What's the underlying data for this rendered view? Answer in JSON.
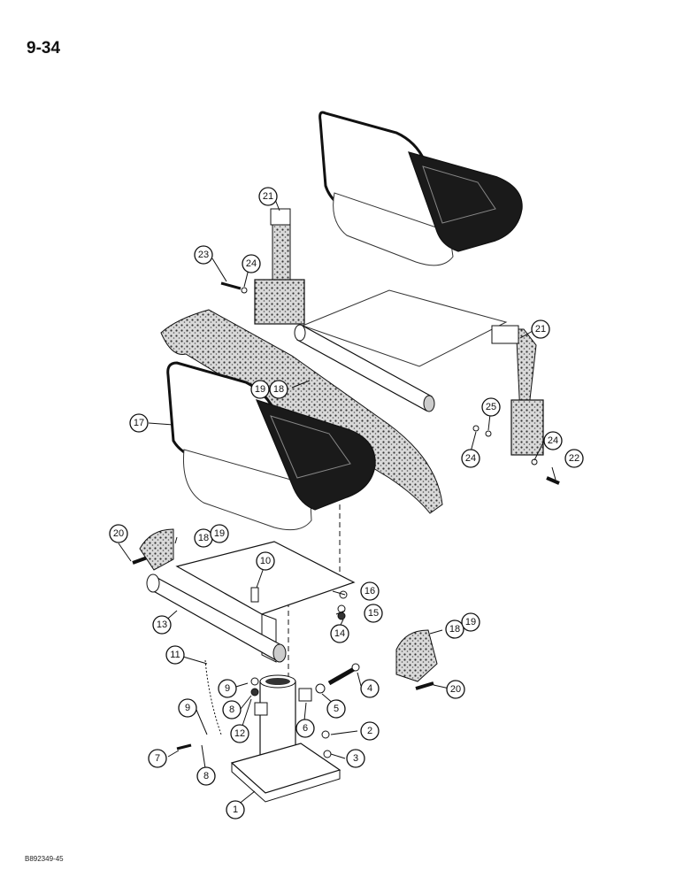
{
  "page": {
    "number": "9-34",
    "ref_code": "B892349-45"
  },
  "callouts": [
    {
      "id": "c1",
      "label": "1"
    },
    {
      "id": "c2",
      "label": "2"
    },
    {
      "id": "c3",
      "label": "3"
    },
    {
      "id": "c4",
      "label": "4"
    },
    {
      "id": "c5",
      "label": "5"
    },
    {
      "id": "c6",
      "label": "6"
    },
    {
      "id": "c7",
      "label": "7"
    },
    {
      "id": "c8a",
      "label": "8"
    },
    {
      "id": "c8b",
      "label": "8"
    },
    {
      "id": "c9a",
      "label": "9"
    },
    {
      "id": "c9b",
      "label": "9"
    },
    {
      "id": "c10",
      "label": "10"
    },
    {
      "id": "c11",
      "label": "11"
    },
    {
      "id": "c12",
      "label": "12"
    },
    {
      "id": "c13",
      "label": "13"
    },
    {
      "id": "c14",
      "label": "14"
    },
    {
      "id": "c15",
      "label": "15"
    },
    {
      "id": "c16",
      "label": "16"
    },
    {
      "id": "c17",
      "label": "17"
    },
    {
      "id": "c18a",
      "label": "18"
    },
    {
      "id": "c19a",
      "label": "19"
    },
    {
      "id": "c18b",
      "label": "18"
    },
    {
      "id": "c19b",
      "label": "19"
    },
    {
      "id": "c18c",
      "label": "18"
    },
    {
      "id": "c19c",
      "label": "19"
    },
    {
      "id": "c20a",
      "label": "20"
    },
    {
      "id": "c20b",
      "label": "20"
    },
    {
      "id": "c21a",
      "label": "21"
    },
    {
      "id": "c21b",
      "label": "21"
    },
    {
      "id": "c22",
      "label": "22"
    },
    {
      "id": "c23",
      "label": "23"
    },
    {
      "id": "c24a",
      "label": "24"
    },
    {
      "id": "c24b",
      "label": "24"
    },
    {
      "id": "c24c",
      "label": "24"
    },
    {
      "id": "c25",
      "label": "25"
    }
  ]
}
